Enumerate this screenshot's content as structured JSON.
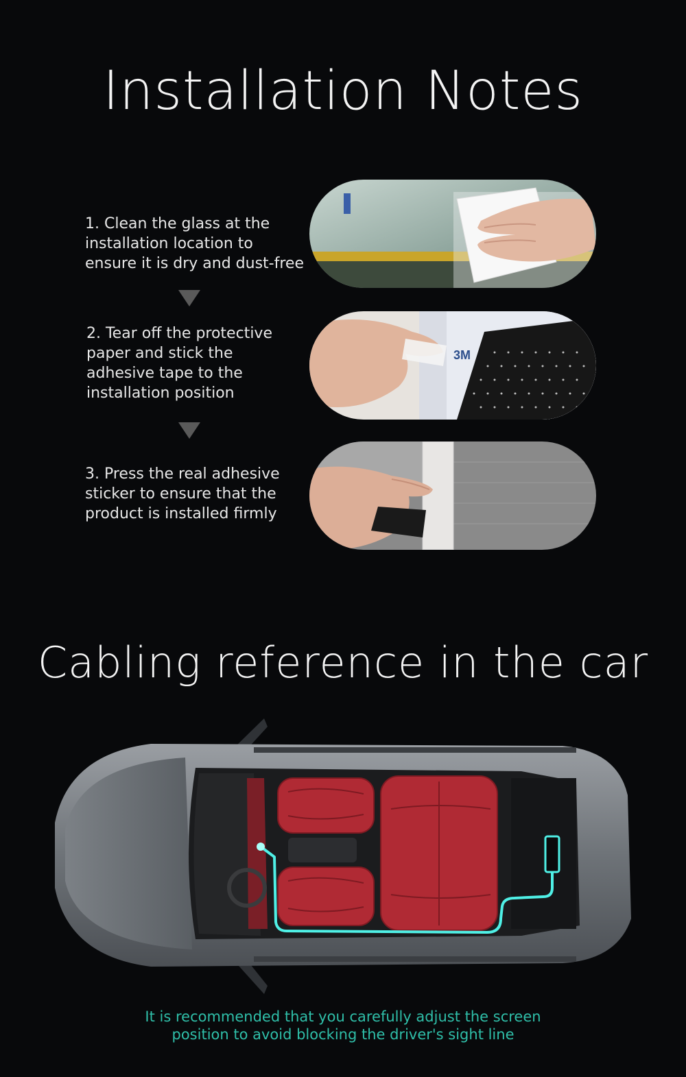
{
  "installation": {
    "title": "Installation Notes",
    "steps": [
      {
        "lines": [
          "1. Clean the glass at the",
          "installation location to",
          "ensure it is dry and dust-free"
        ],
        "photo_icon": "wiping-glass-photo"
      },
      {
        "lines": [
          "2. Tear off the protective",
          "paper and stick the",
          "adhesive tape to the",
          "installation position"
        ],
        "photo_icon": "peel-tape-photo",
        "tape_brand": "3M"
      },
      {
        "lines": [
          "3. Press the real adhesive",
          "sticker to ensure that the",
          "product is installed firmly"
        ],
        "photo_icon": "press-sticker-photo"
      }
    ]
  },
  "cabling": {
    "title": "Cabling reference in the car",
    "note_lines": [
      "It is recommended that you carefully adjust the screen",
      "position to avoid blocking the driver's sight line"
    ],
    "cable_color": "#4ff0e6",
    "note_color": "#2fbfa9",
    "seat_color": "#b02a34"
  }
}
